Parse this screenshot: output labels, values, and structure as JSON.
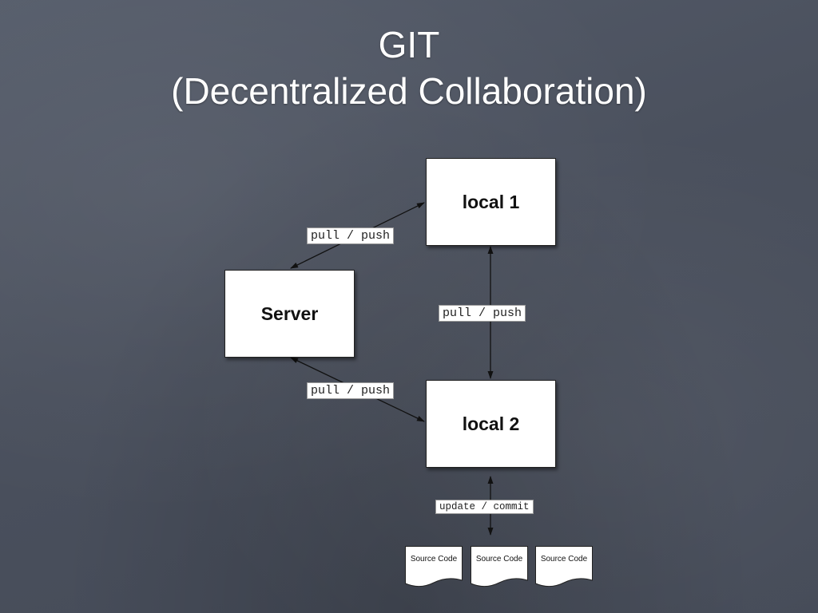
{
  "slide": {
    "title_line1": "GIT",
    "title_line2": "(Decentralized Collaboration)"
  },
  "nodes": {
    "local1": "local 1",
    "server": "Server",
    "local2": "local 2"
  },
  "edges": {
    "server_local1": "pull / push",
    "local1_local2": "pull / push",
    "server_local2": "pull / push",
    "local2_workspace": "update / commit"
  },
  "documents": [
    {
      "label": "Source Code"
    },
    {
      "label": "Source Code"
    },
    {
      "label": "Source Code"
    }
  ],
  "colors": {
    "background": "#4b5260",
    "title_text": "#ffffff",
    "box_fill": "#ffffff",
    "line": "#111111"
  }
}
